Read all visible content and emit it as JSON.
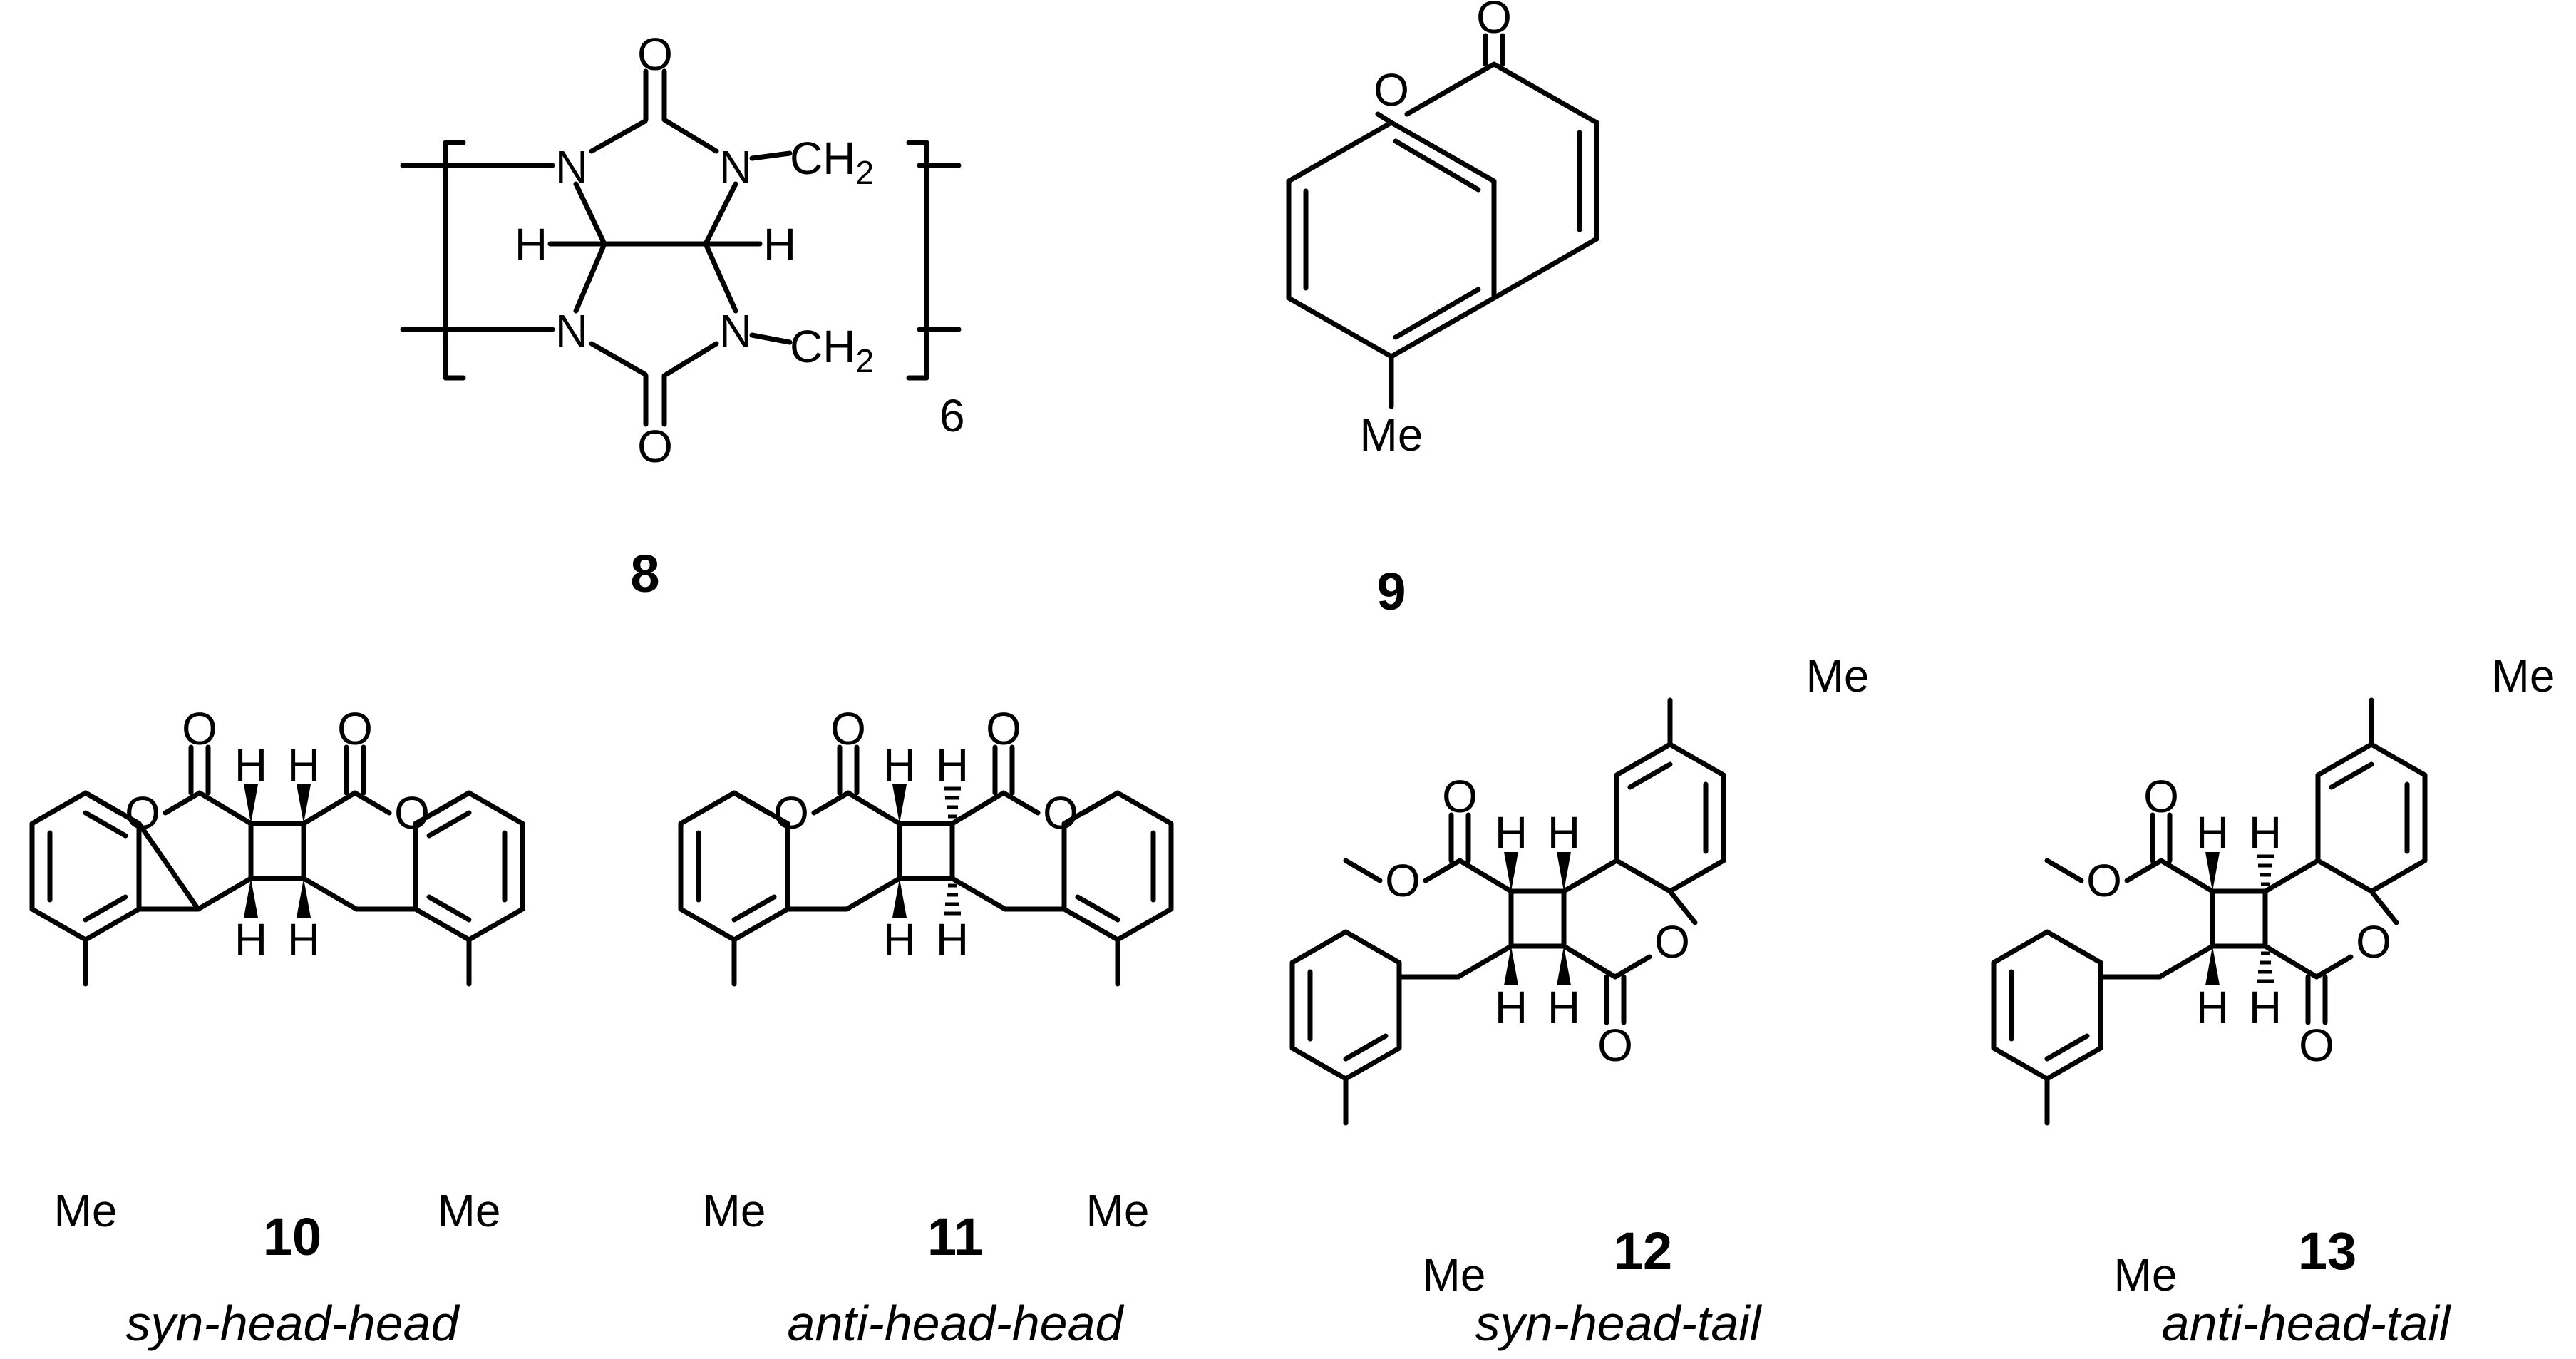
{
  "atoms": {
    "oxygen": "O",
    "nitrogen": "N",
    "hydrogen": "H",
    "methyl": "Me",
    "methylene": "CH",
    "methylene_subscript": "2",
    "repeat_count": "6"
  },
  "compounds": [
    {
      "id": "8",
      "caption": ""
    },
    {
      "id": "9",
      "caption": ""
    },
    {
      "id": "10",
      "caption": "syn-head-head"
    },
    {
      "id": "11",
      "caption": "anti-head-head"
    },
    {
      "id": "12",
      "caption": "syn-head-tail"
    },
    {
      "id": "13",
      "caption": "anti-head-tail"
    }
  ]
}
